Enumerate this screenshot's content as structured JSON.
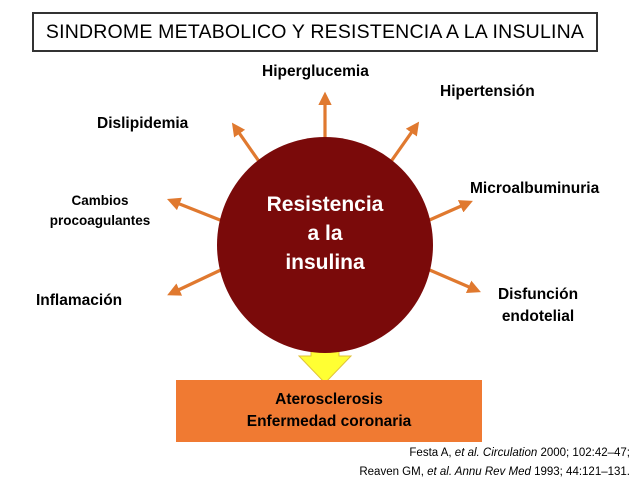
{
  "title": "SINDROME METABOLICO Y RESISTENCIA A LA INSULINA",
  "center": {
    "line1": "Resistencia",
    "line2": "a la",
    "line3": "insulina",
    "color": "#7a0a0a"
  },
  "factors": {
    "hiperglucemia": "Hiperglucemia",
    "hipertension": "Hipertensión",
    "dislipidemia": "Dislipidemia",
    "microalbuminuria": "Microalbuminuria",
    "cambios_line1": "Cambios",
    "cambios_line2": "procoagulantes",
    "disfuncion_line1": "Disfunción",
    "disfuncion_line2": "endotelial",
    "inflamacion": "Inflamación"
  },
  "result": {
    "line1": "Aterosclerosis",
    "line2": "Enfermedad coronaria",
    "color": "#f07a32"
  },
  "citations": {
    "c1_authors": "Festa A, ",
    "c1_etal": "et al. Circulation",
    "c1_rest": " 2000; 102:42–47;",
    "c2_authors": "Reaven GM, ",
    "c2_etal": "et al. Annu Rev Med",
    "c2_rest": " 1993; 44:121–131."
  },
  "colors": {
    "arrow": "#e0792f",
    "down_arrow": "#ffff33"
  }
}
